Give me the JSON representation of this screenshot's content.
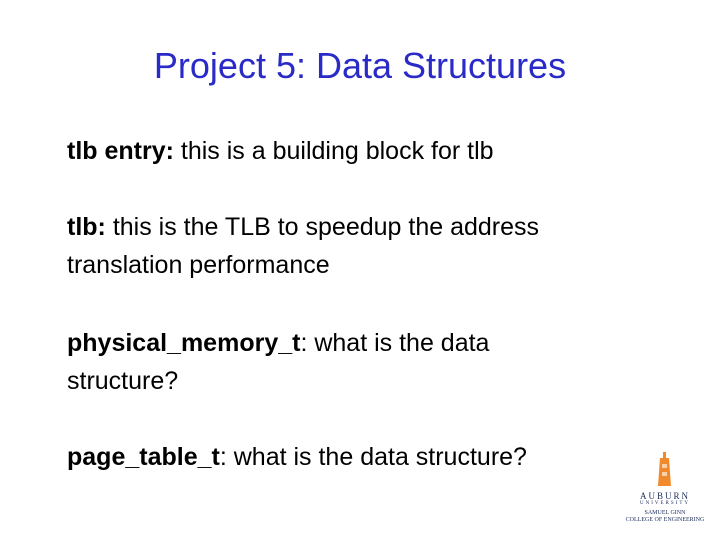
{
  "title": "Project 5: Data Structures",
  "items": [
    {
      "term": "tlb entry:",
      "text": " this is a building block for tlb"
    },
    {
      "term": "tlb:",
      "text": " this is the TLB to speedup the address translation performance"
    },
    {
      "term": "physical_memory_t",
      "text": ": what is the data structure?"
    },
    {
      "term": "page_table_t",
      "text": ": what is the data structure?"
    }
  ],
  "logo": {
    "name": "AUBURN",
    "university": "UNIVERSITY",
    "college_line1": "SAMUEL GINN",
    "college_line2": "COLLEGE OF ENGINEERING",
    "accent": "#f08a2c",
    "navy": "#1b2a5a"
  },
  "colors": {
    "title": "#2a2ac8"
  }
}
